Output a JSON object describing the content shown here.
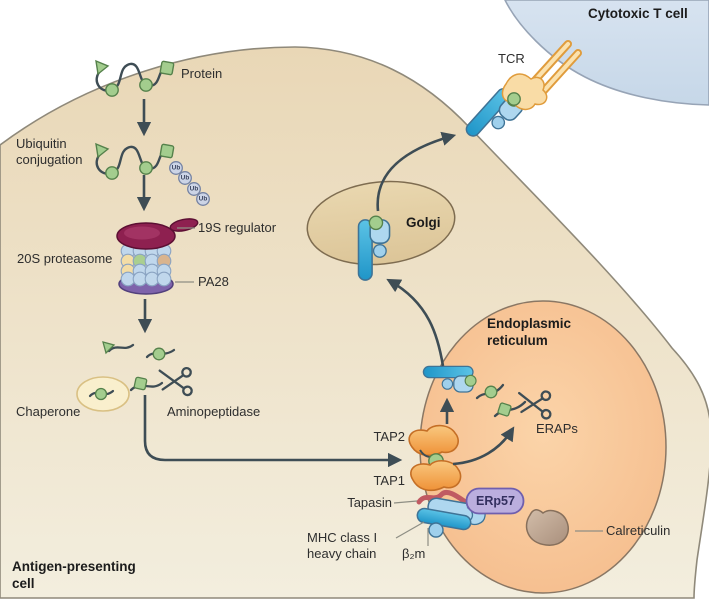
{
  "figure": {
    "type": "pathway-diagram",
    "topic": "MHC class I antigen processing and presentation",
    "cells": {
      "apc_line1": "Antigen-presenting",
      "apc_line2": "cell",
      "t_cell": "Cytotoxic T cell"
    },
    "organelles": {
      "golgi": "Golgi",
      "er_line1": "Endoplasmic",
      "er_line2": "reticulum"
    },
    "labels": {
      "protein": "Protein",
      "ubiquitin_line1": "Ubiquitin",
      "ubiquitin_line2": "conjugation",
      "regulator_19s": "19S regulator",
      "proteasome_20s": "20S proteasome",
      "pa28": "PA28",
      "chaperone": "Chaperone",
      "aminopeptidase": "Aminopeptidase",
      "tcr": "TCR",
      "tap2": "TAP2",
      "tap1": "TAP1",
      "tapasin": "Tapasin",
      "mhc_line1": "MHC class I",
      "mhc_line2": "heavy chain",
      "beta2m": "β₂m",
      "erp57": "ERp57",
      "calreticulin": "Calreticulin",
      "eraps": "ERAPs",
      "ub": "Ub"
    },
    "colors": {
      "apc_cytoplasm_top": "#e9d7b6",
      "apc_cytoplasm_bottom": "#f3eede",
      "t_cell_fill": "#cfdeed",
      "er_fill": "#f8c697",
      "golgi_fill": "#e4cfa7",
      "mhc_blue": "#2d9fd1",
      "mhc_light_blue": "#aed7ef",
      "peptide_green": "#a3cd8e",
      "tap_orange": "#f19b4a",
      "tcr_orange": "#f6c377",
      "erp57_purple": "#bbaede",
      "pa28_purple": "#7e63ab",
      "regulator_19s_maroon": "#8e2050",
      "tapasin_rose": "#c05a62",
      "calreticulin_tan": "#c0a892",
      "ubiquitin_fill": "#ccd4e6",
      "chaperone_fill": "#f9efcd",
      "arrow": "#3e4d55"
    }
  }
}
